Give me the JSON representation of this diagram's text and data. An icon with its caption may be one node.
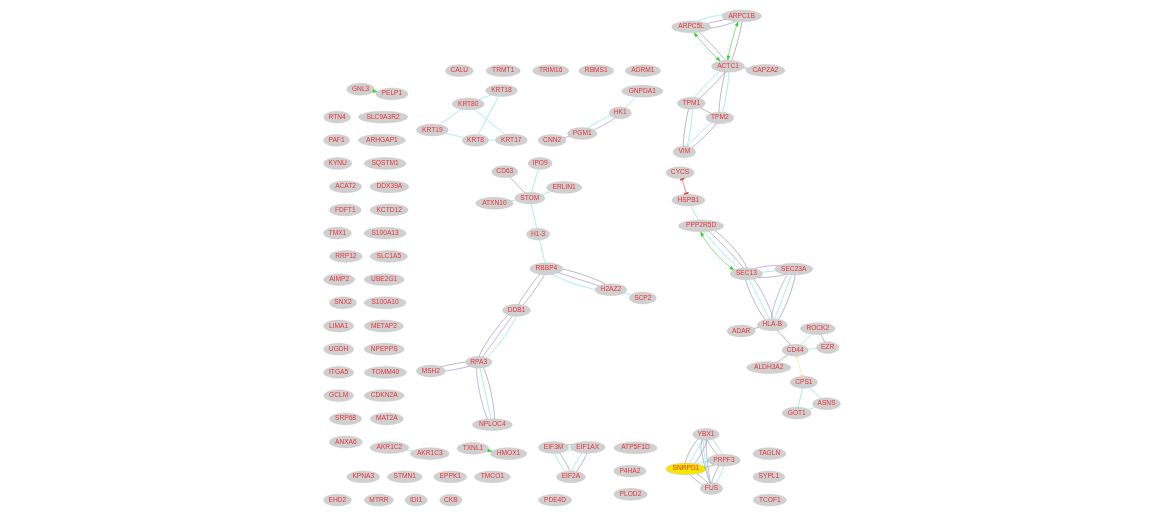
{
  "diagram": {
    "nodes": [
      {
        "text": [
          "SNRPD1"
        ]
      },
      {
        "text": [
          "PRPF3"
        ]
      },
      {
        "text": [
          "FUS"
        ]
      },
      {
        "text": [
          "ROCK2"
        ]
      },
      {
        "text": [
          "EZR"
        ]
      },
      {
        "text": [
          "ADAR"
        ]
      },
      {
        "text": [
          "SEC23A"
        ]
      },
      {
        "text": [
          "CYCS"
        ]
      },
      {
        "text": [
          "HSPB1"
        ]
      },
      {
        "text": [
          "MSH2"
        ]
      },
      {
        "text": [
          "GOT1"
        ]
      },
      {
        "text": [
          "CPS1"
        ]
      },
      {
        "text": [
          "YBX1"
        ]
      },
      {
        "text": [
          "ALDH3A2"
        ]
      },
      {
        "text": [
          "CD44"
        ]
      },
      {
        "text": [
          "HLA-B"
        ]
      },
      {
        "text": [
          "SEC13"
        ]
      },
      {
        "text": [
          "PPP2R5D"
        ]
      },
      {
        "text": [
          "ERLIN1"
        ]
      },
      {
        "text": [
          "NPLOC4"
        ]
      },
      {
        "text": [
          "ASNS"
        ]
      },
      {
        "text": [
          "STOM"
        ]
      },
      {
        "text": [
          "IPO9"
        ]
      },
      {
        "text": [
          "H1-3"
        ]
      },
      {
        "text": [
          "H2AZ2"
        ]
      },
      {
        "text": [
          "RBBP4"
        ]
      },
      {
        "text": [
          "DDB1"
        ]
      },
      {
        "text": [
          "RPA3"
        ]
      },
      {
        "text": [
          "ATXN10"
        ]
      },
      {
        "text": [
          "CD63"
        ]
      },
      {
        "text": [
          "VIM"
        ]
      },
      {
        "text": [
          "TPM2"
        ]
      },
      {
        "text": [
          "ACTC1"
        ]
      },
      {
        "text": [
          "ARPC1B"
        ]
      },
      {
        "text": [
          "CAPZA2"
        ]
      },
      {
        "text": [
          "ARPC5L"
        ]
      },
      {
        "text": [
          "TPM1"
        ]
      },
      {
        "text": [
          "SCP2"
        ]
      },
      {
        "text": [
          "KRT19"
        ]
      },
      {
        "text": [
          "KRT17"
        ]
      },
      {
        "text": [
          "KRT8"
        ]
      },
      {
        "text": [
          "EIF3M"
        ]
      },
      {
        "text": [
          "KRT80"
        ]
      },
      {
        "text": [
          "KRT18"
        ]
      },
      {
        "text": [
          "AKR1C2"
        ]
      },
      {
        "text": [
          "AKR1C3"
        ]
      },
      {
        "text": [
          "TXNL1"
        ]
      },
      {
        "text": [
          "HMOX1"
        ]
      },
      {
        "text": [
          "GNL3"
        ]
      },
      {
        "text": [
          "PELP1"
        ]
      },
      {
        "text": [
          "EIF1AX"
        ]
      },
      {
        "text": [
          "EIF2A"
        ]
      },
      {
        "text": [
          "GNPDA1"
        ]
      },
      {
        "text": [
          "HK1"
        ]
      },
      {
        "text": [
          "PGM1"
        ]
      },
      {
        "text": [
          "CNN2"
        ]
      },
      {
        "text": [
          "MAT2A"
        ]
      },
      {
        "text": [
          "P4HA2"
        ]
      },
      {
        "text": [
          "CALU"
        ]
      },
      {
        "text": [
          "KPNA3"
        ]
      },
      {
        "text": [
          "SQSTM1"
        ]
      },
      {
        "text": [
          "KYNU"
        ]
      },
      {
        "text": [
          "STMN1"
        ]
      },
      {
        "text": [
          "EPPK1"
        ]
      },
      {
        "text": [
          "ARHGAP1"
        ]
      },
      {
        "text": [
          "TMCO1"
        ]
      },
      {
        "text": [
          "TMX1"
        ]
      },
      {
        "text": [
          "PLOD2"
        ]
      },
      {
        "text": [
          "DDX39A"
        ]
      },
      {
        "text": [
          "ACAT2"
        ]
      },
      {
        "text": [
          "IDI1"
        ]
      },
      {
        "text": [
          "AIMP2"
        ]
      },
      {
        "text": [
          "FDFT1"
        ]
      },
      {
        "text": [
          "KCTD12"
        ]
      },
      {
        "text": [
          "S100A13"
        ]
      },
      {
        "text": [
          "CKB"
        ]
      },
      {
        "text": [
          "SLC1A5"
        ]
      },
      {
        "text": [
          "SNX2"
        ]
      },
      {
        "text": [
          "RRP12"
        ]
      },
      {
        "text": [
          "SRP68"
        ]
      },
      {
        "text": [
          "SLC9A3R2"
        ]
      },
      {
        "text": [
          "PDE4D"
        ]
      },
      {
        "text": [
          "TCOF1"
        ]
      },
      {
        "text": [
          "LIMA1"
        ]
      },
      {
        "text": [
          "UBE2G1"
        ]
      },
      {
        "text": [
          "ANXA6"
        ]
      },
      {
        "text": [
          "UGDH"
        ]
      },
      {
        "text": [
          "ITGA5"
        ]
      },
      {
        "text": [
          "GCLM"
        ]
      },
      {
        "text": [
          "SYPL1"
        ]
      },
      {
        "text": [
          "EHD2"
        ]
      },
      {
        "text": [
          "TAGLN"
        ]
      },
      {
        "text": [
          "ATP5F1D"
        ]
      },
      {
        "text": [
          "ADRM1"
        ]
      },
      {
        "text": [
          "S100A10"
        ]
      },
      {
        "text": [
          "METAP2"
        ]
      },
      {
        "text": [
          "RBMS1"
        ]
      },
      {
        "text": [
          "NPEPPS"
        ]
      },
      {
        "text": [
          "TRIM16"
        ]
      },
      {
        "text": [
          "RTN4"
        ]
      },
      {
        "text": [
          "TOMM40"
        ]
      },
      {
        "text": [
          "TRMT1"
        ]
      },
      {
        "text": [
          "CDKN2A"
        ]
      },
      {
        "text": [
          "MTRR"
        ]
      },
      {
        "text": [
          "PAF1"
        ]
      }
    ],
    "edges": [
      {
        "from": 0,
        "to": 1,
        "arrow": "none"
      },
      {
        "from": 0,
        "to": 1,
        "arrow": "none",
        "color": "#888888"
      },
      {
        "from": 0,
        "to": 2,
        "arrow": "none",
        "color": "#888888"
      },
      {
        "from": 0,
        "to": 2,
        "arrow": "none",
        "color": "#9b7fd0"
      },
      {
        "from": 0,
        "to": 12,
        "arrow": "none",
        "color": "#888888"
      },
      {
        "from": 0,
        "to": 12,
        "arrow": "none",
        "color": "#9b7fd0"
      },
      {
        "from": 0,
        "to": 12,
        "arrow": "none"
      },
      {
        "from": 1,
        "to": 2,
        "arrow": "none"
      },
      {
        "from": 1,
        "to": 2,
        "arrow": "none",
        "color": "#888888"
      },
      {
        "from": 1,
        "to": 12,
        "arrow": "none",
        "color": "#888888"
      },
      {
        "from": 1,
        "to": 12,
        "arrow": "none"
      },
      {
        "from": 2,
        "to": 12,
        "arrow": "none",
        "color": "#888888"
      },
      {
        "from": 2,
        "to": 12,
        "arrow": "none",
        "color": "#9b7fd0"
      },
      {
        "from": 2,
        "to": 12,
        "arrow": "none"
      },
      {
        "from": 3,
        "to": 4,
        "arrow": "none",
        "color": "#9b7fd0"
      },
      {
        "from": 3,
        "to": 14,
        "arrow": "none"
      },
      {
        "from": 4,
        "to": 14,
        "arrow": "none"
      },
      {
        "from": 13,
        "to": 14,
        "arrow": "none",
        "color": "#888888"
      },
      {
        "from": 14,
        "to": 15,
        "arrow": "none",
        "color": "#888888"
      },
      {
        "from": 5,
        "to": 15,
        "arrow": "none",
        "color": "#888888"
      },
      {
        "from": 6,
        "to": 15,
        "arrow": "none",
        "color": "#888888"
      },
      {
        "from": 6,
        "to": 15,
        "arrow": "none",
        "color": "#9b7fd0"
      },
      {
        "from": 6,
        "to": 15,
        "arrow": "none"
      },
      {
        "from": 6,
        "to": 16,
        "arrow": "none",
        "color": "#888888"
      },
      {
        "from": 6,
        "to": 16,
        "arrow": "none",
        "color": "#9b7fd0"
      },
      {
        "from": 6,
        "to": 16,
        "arrow": "none"
      },
      {
        "from": 15,
        "to": 16,
        "arrow": "none",
        "color": "#888888"
      },
      {
        "from": 15,
        "to": 16,
        "arrow": "none",
        "color": "#9b7fd0"
      },
      {
        "from": 15,
        "to": 16,
        "arrow": "none"
      },
      {
        "from": 16,
        "to": 17,
        "arrow": "both",
        "color": "#33cc33"
      },
      {
        "from": 16,
        "to": 17,
        "arrow": "none",
        "color": "#888888"
      },
      {
        "from": 16,
        "to": 17,
        "arrow": "none",
        "color": "#9b7fd0"
      },
      {
        "from": 16,
        "to": 17,
        "arrow": "none"
      },
      {
        "from": 17,
        "to": 8,
        "arrow": "none"
      },
      {
        "from": 7,
        "to": 8,
        "arrow": "other",
        "color": "#e03030"
      },
      {
        "from": 10,
        "to": 20,
        "arrow": "none"
      },
      {
        "from": 10,
        "to": 11,
        "arrow": "none"
      },
      {
        "from": 20,
        "to": 11,
        "arrow": "none"
      },
      {
        "from": 11,
        "to": 14,
        "arrow": "other",
        "color": "#e8e4a0"
      },
      {
        "from": 21,
        "to": 18,
        "arrow": "none"
      },
      {
        "from": 21,
        "to": 22,
        "arrow": "none"
      },
      {
        "from": 21,
        "to": 23,
        "arrow": "none"
      },
      {
        "from": 21,
        "to": 28,
        "arrow": "none"
      },
      {
        "from": 21,
        "to": 29,
        "arrow": "none",
        "color": "#888888"
      },
      {
        "from": 24,
        "to": 25,
        "arrow": "none"
      },
      {
        "from": 24,
        "to": 25,
        "arrow": "none",
        "color": "#888888"
      },
      {
        "from": 24,
        "to": 25,
        "arrow": "none",
        "color": "#9b7fd0"
      },
      {
        "from": 23,
        "to": 25,
        "arrow": "none"
      },
      {
        "from": 24,
        "to": 37,
        "arrow": "none"
      },
      {
        "from": 25,
        "to": 26,
        "arrow": "none",
        "color": "#9b7fd0"
      },
      {
        "from": 25,
        "to": 26,
        "arrow": "none",
        "color": "#888888"
      },
      {
        "from": 26,
        "to": 27,
        "arrow": "none"
      },
      {
        "from": 26,
        "to": 27,
        "arrow": "none",
        "color": "#888888"
      },
      {
        "from": 26,
        "to": 27,
        "arrow": "none",
        "color": "#9b7fd0"
      },
      {
        "from": 19,
        "to": 27,
        "arrow": "none",
        "color": "#9b7fd0"
      },
      {
        "from": 19,
        "to": 27,
        "arrow": "none",
        "color": "#888888"
      },
      {
        "from": 19,
        "to": 27,
        "arrow": "none"
      },
      {
        "from": 9,
        "to": 27,
        "arrow": "none",
        "color": "#888888"
      },
      {
        "from": 9,
        "to": 27,
        "arrow": "none",
        "color": "#9b7fd0"
      },
      {
        "from": 30,
        "to": 31,
        "arrow": "none"
      },
      {
        "from": 30,
        "to": 31,
        "arrow": "none",
        "color": "#888888"
      },
      {
        "from": 30,
        "to": 36,
        "arrow": "none",
        "color": "#888888"
      },
      {
        "from": 30,
        "to": 36,
        "arrow": "none"
      },
      {
        "from": 31,
        "to": 36,
        "arrow": "none",
        "color": "#888888"
      },
      {
        "from": 31,
        "to": 32,
        "arrow": "none",
        "color": "#888888"
      },
      {
        "from": 31,
        "to": 32,
        "arrow": "none"
      },
      {
        "from": 36,
        "to": 32,
        "arrow": "none"
      },
      {
        "from": 36,
        "to": 32,
        "arrow": "none",
        "color": "#888888"
      },
      {
        "from": 32,
        "to": 33,
        "arrow": "both",
        "color": "#33cc33"
      },
      {
        "from": 32,
        "to": 33,
        "arrow": "none",
        "color": "#888888"
      },
      {
        "from": 32,
        "to": 35,
        "arrow": "both",
        "color": "#33cc33"
      },
      {
        "from": 32,
        "to": 35,
        "arrow": "none",
        "color": "#9b7fd0"
      },
      {
        "from": 32,
        "to": 34,
        "arrow": "none",
        "color": "#888888"
      },
      {
        "from": 33,
        "to": 35,
        "arrow": "none",
        "color": "#888888"
      },
      {
        "from": 33,
        "to": 35,
        "arrow": "none"
      },
      {
        "from": 33,
        "to": 35,
        "arrow": "none",
        "color": "#9b7fd0"
      },
      {
        "from": 38,
        "to": 40,
        "arrow": "none"
      },
      {
        "from": 38,
        "to": 42,
        "arrow": "none"
      },
      {
        "from": 39,
        "to": 40,
        "arrow": "none"
      },
      {
        "from": 39,
        "to": 42,
        "arrow": "none"
      },
      {
        "from": 40,
        "to": 43,
        "arrow": "none"
      },
      {
        "from": 42,
        "to": 43,
        "arrow": "none"
      },
      {
        "from": 44,
        "to": 45,
        "arrow": "none"
      },
      {
        "from": 46,
        "to": 47,
        "arrow": "to",
        "color": "#33cc33"
      },
      {
        "from": 48,
        "to": 49,
        "arrow": "to",
        "color": "#33cc33"
      },
      {
        "from": 41,
        "to": 50,
        "arrow": "none",
        "color": "#888888"
      },
      {
        "from": 41,
        "to": 50,
        "arrow": "none"
      },
      {
        "from": 41,
        "to": 51,
        "arrow": "none",
        "color": "#888888"
      },
      {
        "from": 41,
        "to": 51,
        "arrow": "none"
      },
      {
        "from": 50,
        "to": 51,
        "arrow": "none",
        "color": "#888888"
      },
      {
        "from": 50,
        "to": 51,
        "arrow": "none"
      },
      {
        "from": 52,
        "to": 53,
        "arrow": "none"
      },
      {
        "from": 53,
        "to": 54,
        "arrow": "none",
        "color": "#9b7fd0"
      },
      {
        "from": 53,
        "to": 54,
        "arrow": "none"
      },
      {
        "from": 54,
        "to": 55,
        "arrow": "none",
        "color": "#888888"
      }
    ]
  }
}
